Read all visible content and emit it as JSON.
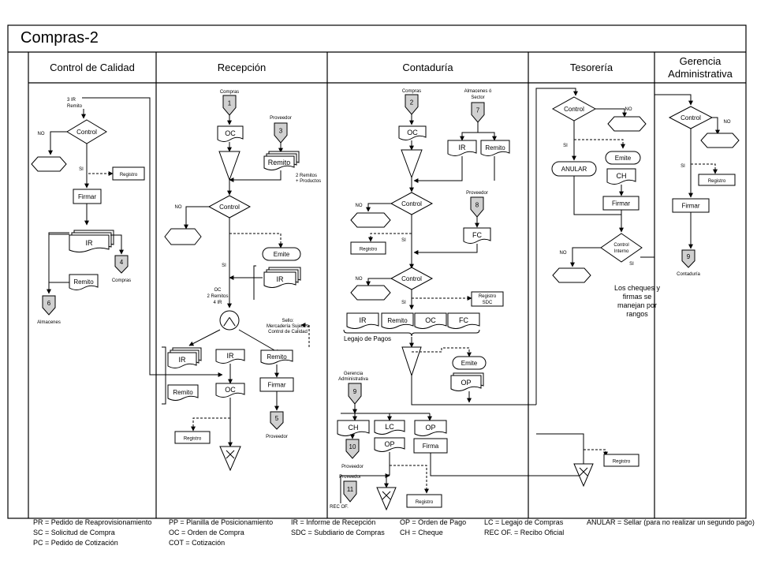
{
  "title": "Compras-2",
  "lanes": [
    "Control de Calidad",
    "Recepción",
    "Contaduría",
    "Tesorería",
    "Gerencia Administrativa"
  ],
  "labels": {
    "control": "Control",
    "no": "NO",
    "si": "SI",
    "registro": "Registro",
    "firmar": "Firmar",
    "firma": "Firma",
    "ir": "IR",
    "remito": "Remito",
    "oc": "OC",
    "fc": "FC",
    "op": "OP",
    "ch": "CH",
    "lc": "LC",
    "emite": "Emite",
    "anular": "ANULAR",
    "compras": "Compras",
    "proveedor": "Proveedor",
    "almacenes": "Almacenes",
    "contaduria": "Contaduría",
    "ir3_a": "3 IR",
    "ir3_b": "Remito",
    "remitos2_a": "2 Remitos",
    "remitos2_b": "+ Productos",
    "oc_a": "OC",
    "oc_b": "2 Remitos",
    "oc_c": "4 IR",
    "sello_a": "Sello:",
    "sello_b": "Mercadería Sujeta a",
    "sello_c": "Control de Calidad",
    "almacenes_sector_a": "Almacenes ó",
    "almacenes_sector_b": "Sector",
    "registro_sdc_a": "Registro",
    "registro_sdc_b": "SDC",
    "legajo": "Legajo de Pagos",
    "gerencia_a": "Gerencia",
    "gerencia_b": "Administrativa",
    "rec_of": "REC OF.",
    "control_interno_a": "Control",
    "control_interno_b": "Interno",
    "note_a": "Los cheques y",
    "note_b": "firmas se",
    "note_c": "manejan por",
    "note_d": "rangos",
    "n1": "1",
    "n2": "2",
    "n3": "3",
    "n4": "4",
    "n5": "5",
    "n6": "6",
    "n7": "7",
    "n8": "8",
    "n9": "9",
    "n10": "10",
    "n11": "11"
  },
  "legend": [
    "PR = Pedido de Reaprovisionamiento",
    "SC = Solicitud de Compra",
    "PC = Pedido de Cotización",
    "PP = Planilla de Posicionamiento",
    "OC = Orden de Compra",
    "COT = Cotización",
    "IR = Informe de Recepción",
    "SDC = Subdiario de Compras",
    "OP = Orden de Pago",
    "CH = Cheque",
    "LC = Legajo de Compras",
    "REC OF. = Recibo Oficial",
    "ANULAR = Sellar (para no realizar un segundo pago)"
  ]
}
